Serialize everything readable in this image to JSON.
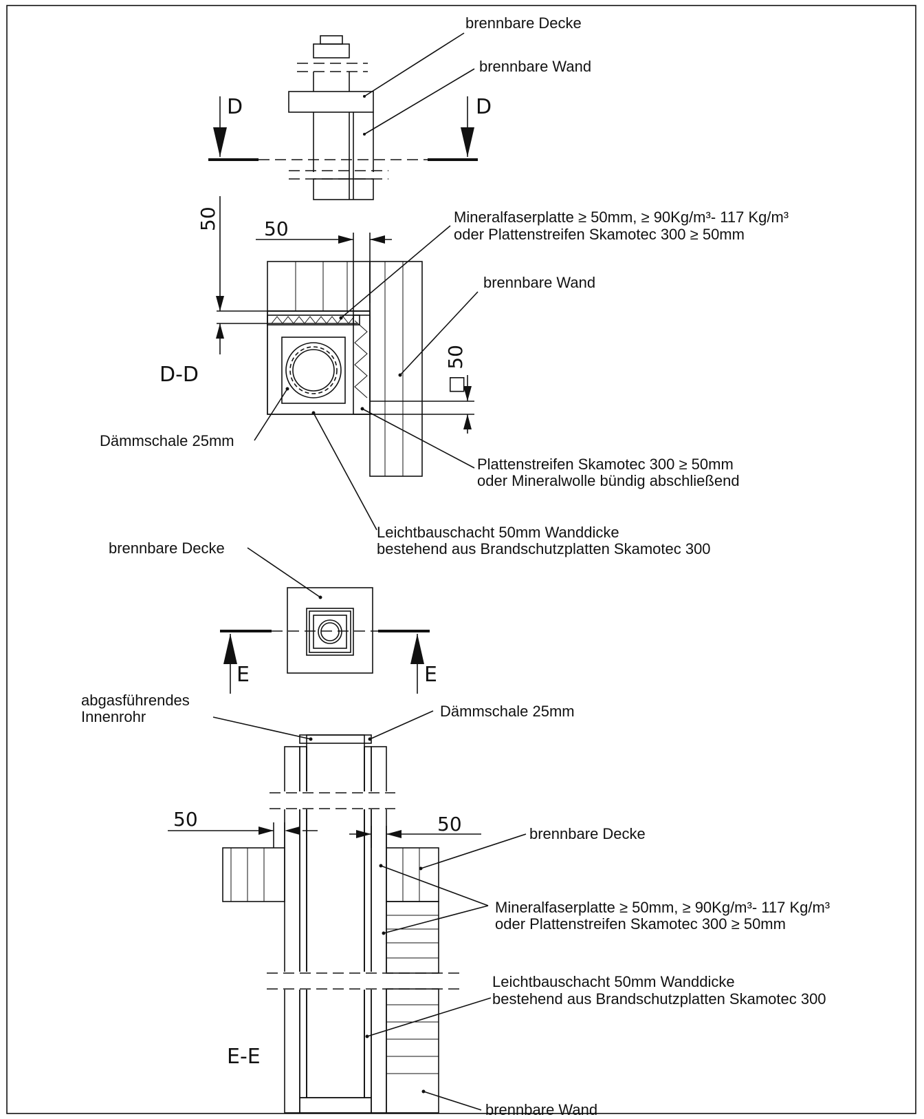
{
  "labels": {
    "top_decke": "brennbare Decke",
    "top_wand": "brennbare Wand",
    "section_d_left": "D",
    "section_d_right": "D",
    "dd_dim_vertical": "50",
    "dd_dim_horizontal": "50",
    "dd_mineral_line1": "Mineralfaserplatte ≥ 50mm, ≥ 90Kg/m³- 117 Kg/m³",
    "dd_mineral_line2": "oder Plattenstreifen Skamotec 300 ≥ 50mm",
    "dd_wand": "brennbare Wand",
    "dd_title": "D-D",
    "dd_dim_square": "□ 50",
    "dd_daemmschale": "Dämmschale 25mm",
    "dd_platten_line1": "Plattenstreifen Skamotec 300 ≥ 50mm",
    "dd_platten_line2": "oder Mineralwolle bündig abschließend",
    "dd_schacht_line1": "Leichtbauschacht 50mm Wanddicke",
    "dd_schacht_line2": "bestehend aus Brandschutzplatten Skamotec 300",
    "mid_decke": "brennbare Decke",
    "section_e_left": "E",
    "section_e_right": "E",
    "ee_innenrohr_line1": "abgasführendes",
    "ee_innenrohr_line2": "Innenrohr",
    "ee_daemmschale": "Dämmschale 25mm",
    "ee_dim_left": "50",
    "ee_dim_right": "50",
    "ee_decke": "brennbare Decke",
    "ee_mineral_line1": "Mineralfaserplatte ≥ 50mm, ≥ 90Kg/m³- 117 Kg/m³",
    "ee_mineral_line2": "oder Plattenstreifen Skamotec 300 ≥ 50mm",
    "ee_schacht_line1": "Leichtbauschacht 50mm Wanddicke",
    "ee_schacht_line2": "bestehend aus Brandschutzplatten Skamotec 300",
    "ee_title": "E-E",
    "ee_wand": "brennbare Wand"
  }
}
